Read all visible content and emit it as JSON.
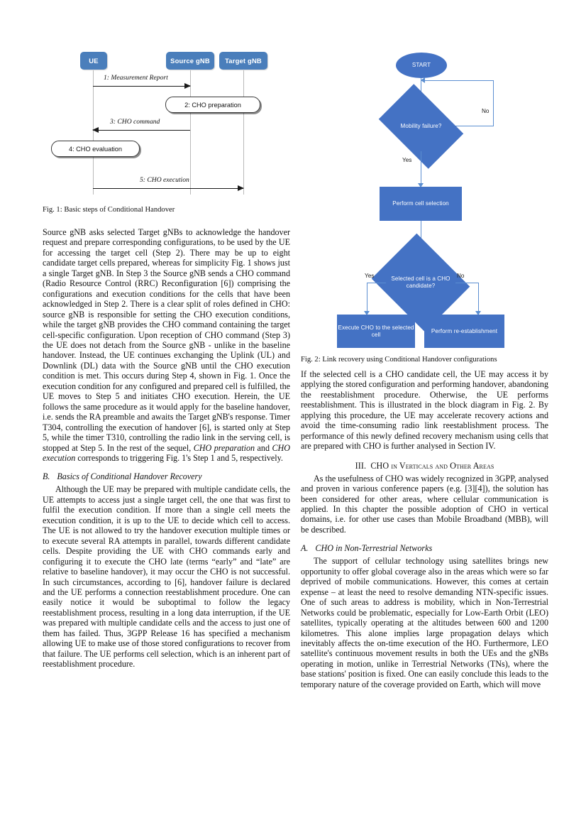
{
  "figure1": {
    "caption": "Fig. 1: Basic steps of Conditional Handover",
    "actors": [
      {
        "label": "UE"
      },
      {
        "label": "Source gNB"
      },
      {
        "label": "Target gNB"
      }
    ],
    "messages": [
      {
        "label": "1: Measurement Report"
      },
      {
        "label": "3: CHO command"
      },
      {
        "label": "5: CHO execution"
      }
    ],
    "activities": [
      {
        "label": "2: CHO preparation"
      },
      {
        "label": "4: CHO evaluation"
      }
    ]
  },
  "figure2": {
    "caption": "Fig. 2: Link recovery using Conditional Handover configurations",
    "nodes": {
      "start": "START",
      "decision1": "Mobility failure?",
      "process1": "Perform cell selection",
      "decision2": "Selected cell is a CHO candidate?",
      "process2": "Execute CHO to the selected cell",
      "process3": "Perform re-establishment"
    },
    "edge_labels": {
      "no1": "No",
      "yes1": "Yes",
      "yes2": "Yes",
      "no2": "No"
    },
    "colors": {
      "node_fill": "#4472c4",
      "connector": "#5b8ed1",
      "node_text": "#ffffff"
    }
  },
  "left_column": {
    "para1": "Source gNB asks selected Target gNBs to acknowledge the handover request and prepare corresponding configurations, to be used by the UE for accessing the target cell (Step 2). There may be up to eight candidate target cells prepared, whereas for simplicity Fig. 1 shows just a single Target gNB. In Step 3 the Source gNB sends a CHO command (Radio Resource Control (RRC) Reconfiguration [6]) comprising the configurations and execution conditions for the cells that have been acknowledged in Step 2. There is a clear split of roles defined in CHO: source gNB is responsible for setting the CHO execution conditions, while the target gNB provides the CHO command containing the target cell-specific configuration. Upon reception of CHO command (Step 3) the UE does not detach from the Source gNB - unlike in the baseline handover. Instead, the UE continues exchanging the Uplink (UL) and Downlink (DL) data with the Source gNB until the CHO execution condition is met. This occurs during Step 4, shown in Fig. 1. Once the execution condition for any configured and prepared cell is fulfilled, the UE moves to Step 5 and initiates CHO execution. Herein, the UE follows the same procedure as it would apply for the baseline handover, i.e. sends the RA preamble and awaits the Target gNB's response. Timer T304, controlling the execution of handover [6], is started only at Step 5, while the timer T310, controlling the radio link in the serving cell, is stopped at Step 5. In the rest of the sequel, ",
    "para1_italic1": "CHO preparation",
    "para1_mid": " and ",
    "para1_italic2": "CHO execution",
    "para1_end": " corresponds to triggering Fig. 1's Step 1 and 5, respectively.",
    "subheading_b_label": "B.",
    "subheading_b_title": "Basics of Conditional Handover Recovery",
    "para2": "Although the UE may be prepared with multiple candidate cells, the UE attempts to access just a single target cell, the one that was first to fulfil the execution condition. If more than a single cell meets the execution condition, it is up to the UE to decide which cell to access. The UE is not allowed to try the handover execution multiple times or to execute several RA attempts in parallel, towards different candidate cells. Despite providing the UE with CHO commands early and configuring it to execute the CHO late (terms “early” and “late” are relative to baseline handover), it may occur the CHO is not successful. In such circumstances, according to [6], handover failure is declared and the UE performs a connection reestablishment procedure. One can easily notice it would be suboptimal to follow the legacy reestablishment process, resulting in a long data interruption, if the UE was prepared with multiple candidate cells and the access to just one of them has failed. Thus, 3GPP Release 16 has specified a mechanism allowing UE to make use of those stored configurations to recover from that failure. The UE performs cell selection, which is an inherent part of reestablishment procedure."
  },
  "right_column": {
    "para1": "If the selected cell is a CHO candidate cell, the UE may access it by applying the stored configuration and performing handover, abandoning the reestablishment procedure. Otherwise, the UE performs reestablishment. This is illustrated in the block diagram in Fig. 2. By applying this procedure, the UE may accelerate recovery actions and avoid the time-consuming radio link reestablishment process. The performance of this newly defined recovery mechanism using cells that are prepared with CHO is further analysed in Section IV.",
    "section_number": "III.",
    "section_title": "CHO in Verticals and Other Areas",
    "para2": "As the usefulness of CHO was widely recognized in 3GPP, analysed and proven in various conference papers (e.g. [3][4]), the solution has been considered for other areas, where cellular communication is applied. In this chapter the possible adoption of CHO in vertical domains, i.e. for other use cases than Mobile Broadband (MBB), will be described.",
    "subheading_a_label": "A.",
    "subheading_a_title": "CHO in Non-Terrestrial Networks",
    "para3": "The support of cellular technology using satellites brings new opportunity to offer global coverage also in the areas which were so far deprived of mobile communications. However, this comes at certain expense – at least the need to resolve demanding NTN-specific issues. One of such areas to address is mobility, which in Non-Terrestrial Networks could be problematic, especially for Low-Earth Orbit (LEO) satellites, typically operating at the altitudes between 600 and 1200 kilometres. This alone implies large propagation delays which inevitably affects the on-time execution of the HO. Furthermore, LEO satellite's continuous movement results in both the UEs and the gNBs operating in motion, unlike in Terrestrial Networks (TNs), where the base stations' position is fixed. One can easily conclude this leads to the temporary nature of the coverage provided on Earth, which will move"
  }
}
